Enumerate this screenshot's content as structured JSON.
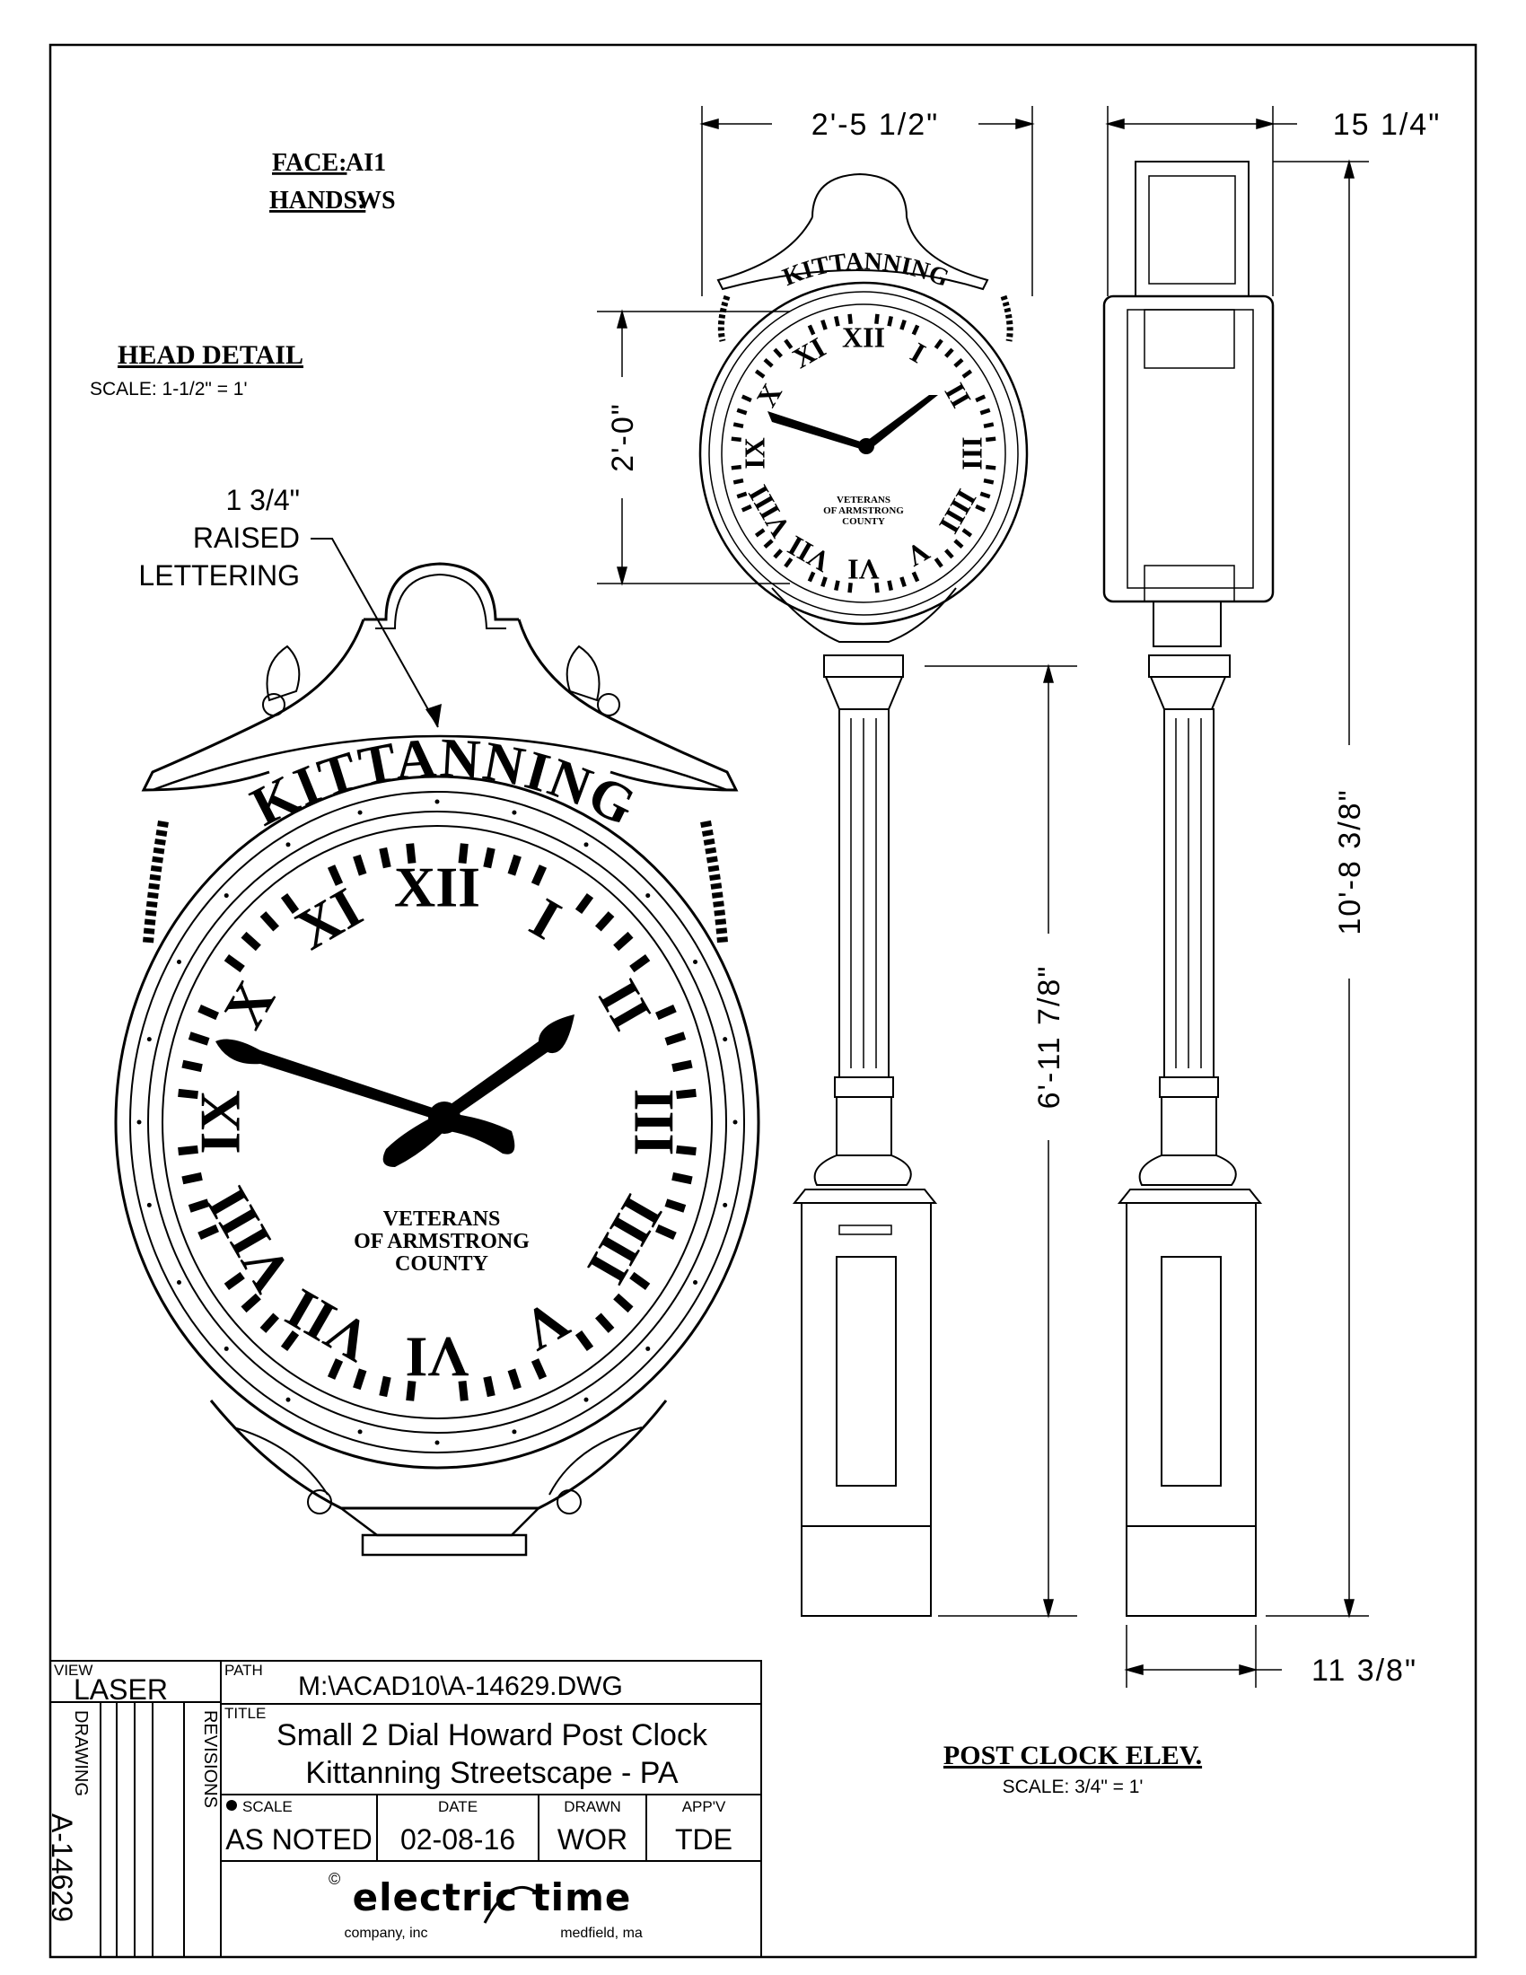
{
  "face_spec": {
    "face_label": "FACE:",
    "face_value": "AI1",
    "hands_label": "HANDS:",
    "hands_value": "WS"
  },
  "head_detail": {
    "title": "HEAD DETAIL",
    "scale": "SCALE: 1-1/2\" = 1'",
    "callout_size": "1 3/4\"",
    "callout_line1": "RAISED",
    "callout_line2": "LETTERING"
  },
  "clock_face": {
    "crest_text": "KITTANNING",
    "dial_line1": "VETERANS",
    "dial_line2": "OF ARMSTRONG",
    "dial_line3": "COUNTY",
    "numerals": [
      "XII",
      "I",
      "II",
      "III",
      "IIII",
      "V",
      "VI",
      "VII",
      "VIII",
      "IX",
      "X",
      "XI"
    ]
  },
  "dimensions": {
    "width_front": "2'-5 1/2\"",
    "width_side": "15 1/4\"",
    "head_height": "2'-0\"",
    "post_height": "6'-11 7/8\"",
    "total_height": "10'-8 3/8\"",
    "base_width": "11 3/8\""
  },
  "post_elevation": {
    "title": "POST CLOCK ELEV.",
    "scale": "SCALE: 3/4\" = 1'"
  },
  "title_block": {
    "view_label": "VIEW",
    "view_value": "LASER",
    "path_label": "PATH",
    "path_value": "M:\\ACAD10\\A-14629.DWG",
    "drawing_label": "DRAWING",
    "drawing_value": "A-14629",
    "revisions_label": "REVISIONS",
    "title_label": "TITLE",
    "title_line1": "Small 2 Dial Howard Post Clock",
    "title_line2": "Kittanning Streetscape - PA",
    "scale_label": "SCALE",
    "scale_value": "AS NOTED",
    "date_label": "DATE",
    "date_value": "02-08-16",
    "drawn_label": "DRAWN",
    "drawn_value": "WOR",
    "appv_label": "APP'V",
    "appv_value": "TDE",
    "company_name": "electric time",
    "company_sub_left": "company, inc",
    "company_sub_right": "medfield, ma",
    "copyright": "©"
  }
}
